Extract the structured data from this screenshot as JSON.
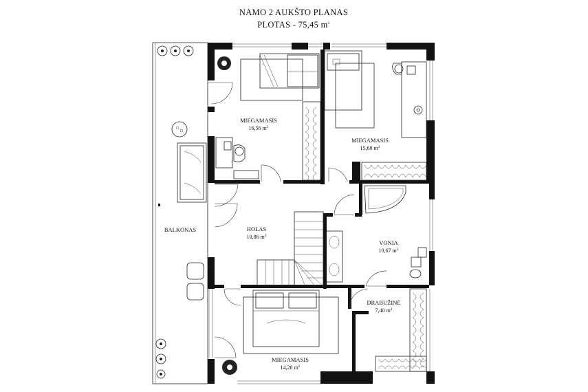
{
  "title": {
    "line1": "NAMO 2 AUKŠTO PLANAS",
    "line2_prefix": "PLOTAS - 75,45 m",
    "line2_sup": "2"
  },
  "rooms": {
    "bedroom_top_left": {
      "name": "MIEGAMASIS",
      "area": "16,56 m",
      "sup": "2"
    },
    "bedroom_top_right": {
      "name": "MIEGAMASIS",
      "area": "15,68 m",
      "sup": "2"
    },
    "hall": {
      "name": "HOLAS",
      "area": "10,86 m",
      "sup": "2"
    },
    "bathroom": {
      "name": "VONIA",
      "area": "10,67 m",
      "sup": "2"
    },
    "wardrobe": {
      "name": "DRABUŽINĖ",
      "area": "7,40 m",
      "sup": "2"
    },
    "bedroom_bottom": {
      "name": "MIEGAMASIS",
      "area": "14,28 m",
      "sup": "2"
    },
    "balcony": {
      "name": "BALKONAS"
    }
  },
  "colors": {
    "wall": "#111111",
    "line": "#222222",
    "background": "#ffffff"
  }
}
